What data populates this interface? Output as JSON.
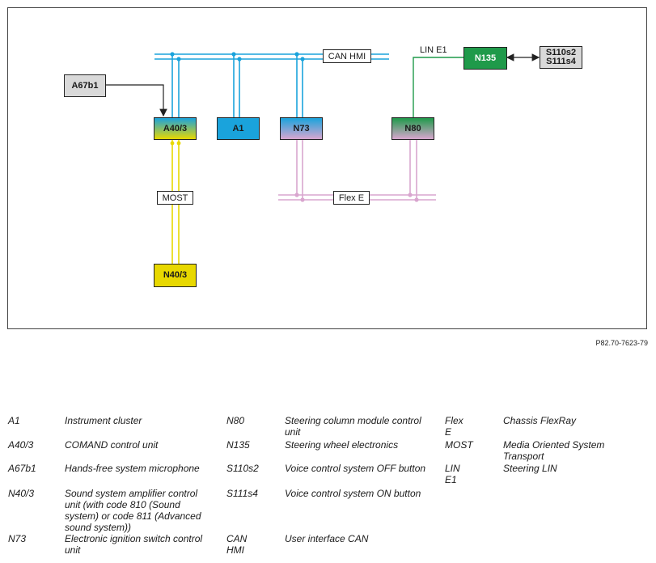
{
  "diagram": {
    "nodes": {
      "a67b1": "A67b1",
      "a40_3": "A40/3",
      "a1": "A1",
      "n73": "N73",
      "n80": "N80",
      "n135": "N135",
      "s110s2": "S110s2",
      "s111s4": "S111s4",
      "n40_3": "N40/3"
    },
    "bus_labels": {
      "can_hmi": "CAN HMI",
      "lin_e1": "LIN E1",
      "most": "MOST",
      "flex_e": "Flex E"
    },
    "colors": {
      "can": "#1aa3dc",
      "most": "#e8d800",
      "flex": "#d9a6cf",
      "lin": "#1f9a4a"
    }
  },
  "reference_code": "P82.70-7623-79",
  "legend": [
    {
      "code": "A1",
      "desc": "Instrument cluster"
    },
    {
      "code": "A40/3",
      "desc": "COMAND control unit"
    },
    {
      "code": "A67b1",
      "desc": "Hands-free system microphone"
    },
    {
      "code": "N40/3",
      "desc": "Sound system amplifier control unit (with code 810 (Sound system) or code 811 (Advanced sound system))"
    },
    {
      "code": "N73",
      "desc": "Electronic ignition switch control unit"
    },
    {
      "code": "N80",
      "desc": "Steering column module control unit"
    },
    {
      "code": "N135",
      "desc": "Steering wheel electronics"
    },
    {
      "code": "S110s2",
      "desc": "Voice control system OFF button"
    },
    {
      "code": "S111s4",
      "desc": "Voice control system ON button"
    },
    {
      "code": "CAN HMI",
      "desc": "User interface CAN"
    },
    {
      "code": "Flex E",
      "desc": "Chassis FlexRay"
    },
    {
      "code": "MOST",
      "desc": "Media Oriented System Transport"
    },
    {
      "code": "LIN E1",
      "desc": "Steering LIN"
    }
  ]
}
